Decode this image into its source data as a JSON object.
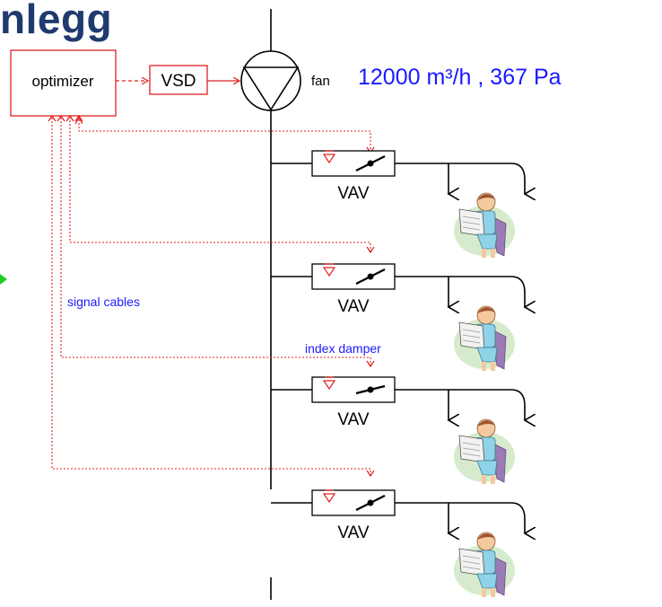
{
  "header": {
    "title": "nlegg"
  },
  "flow_readout": "12000 m³/h , 367 Pa",
  "labels": {
    "optimizer": "optimizer",
    "vsd": "VSD",
    "fan": "fan",
    "signal_cables": "signal cables",
    "index_damper": "index damper"
  },
  "vav_units": [
    {
      "label": "VAV"
    },
    {
      "label": "VAV"
    },
    {
      "label": "VAV"
    },
    {
      "label": "VAV"
    }
  ],
  "colors": {
    "title": "#1f3a6e",
    "flow_text": "#1a1aff",
    "signal": "#e02020",
    "arrow_green": "#22cc22",
    "duct": "#000000"
  },
  "icons": {
    "fan": "fan-circle-triangle-icon",
    "damper": "damper-blade-icon",
    "sensor": "pressure-sensor-icon",
    "occupant": "person-reading-newspaper-icon"
  }
}
